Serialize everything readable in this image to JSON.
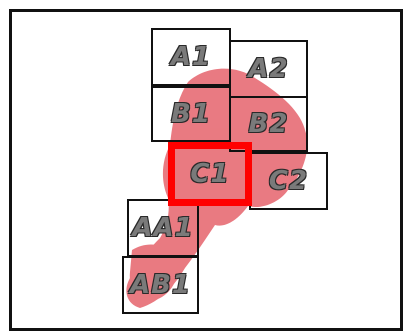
{
  "colors": {
    "frame": "#111111",
    "blob": "#e8737b",
    "highlight": "#ff0000",
    "label": "#7a7a7a"
  },
  "tiles": [
    {
      "id": "A1",
      "label": "A1",
      "highlighted": false
    },
    {
      "id": "A2",
      "label": "A2",
      "highlighted": false
    },
    {
      "id": "B1",
      "label": "B1",
      "highlighted": false
    },
    {
      "id": "B2",
      "label": "B2",
      "highlighted": false
    },
    {
      "id": "C1",
      "label": "C1",
      "highlighted": true
    },
    {
      "id": "C2",
      "label": "C2",
      "highlighted": false
    },
    {
      "id": "AA1",
      "label": "AA1",
      "highlighted": false
    },
    {
      "id": "AB1",
      "label": "AB1",
      "highlighted": false
    }
  ]
}
